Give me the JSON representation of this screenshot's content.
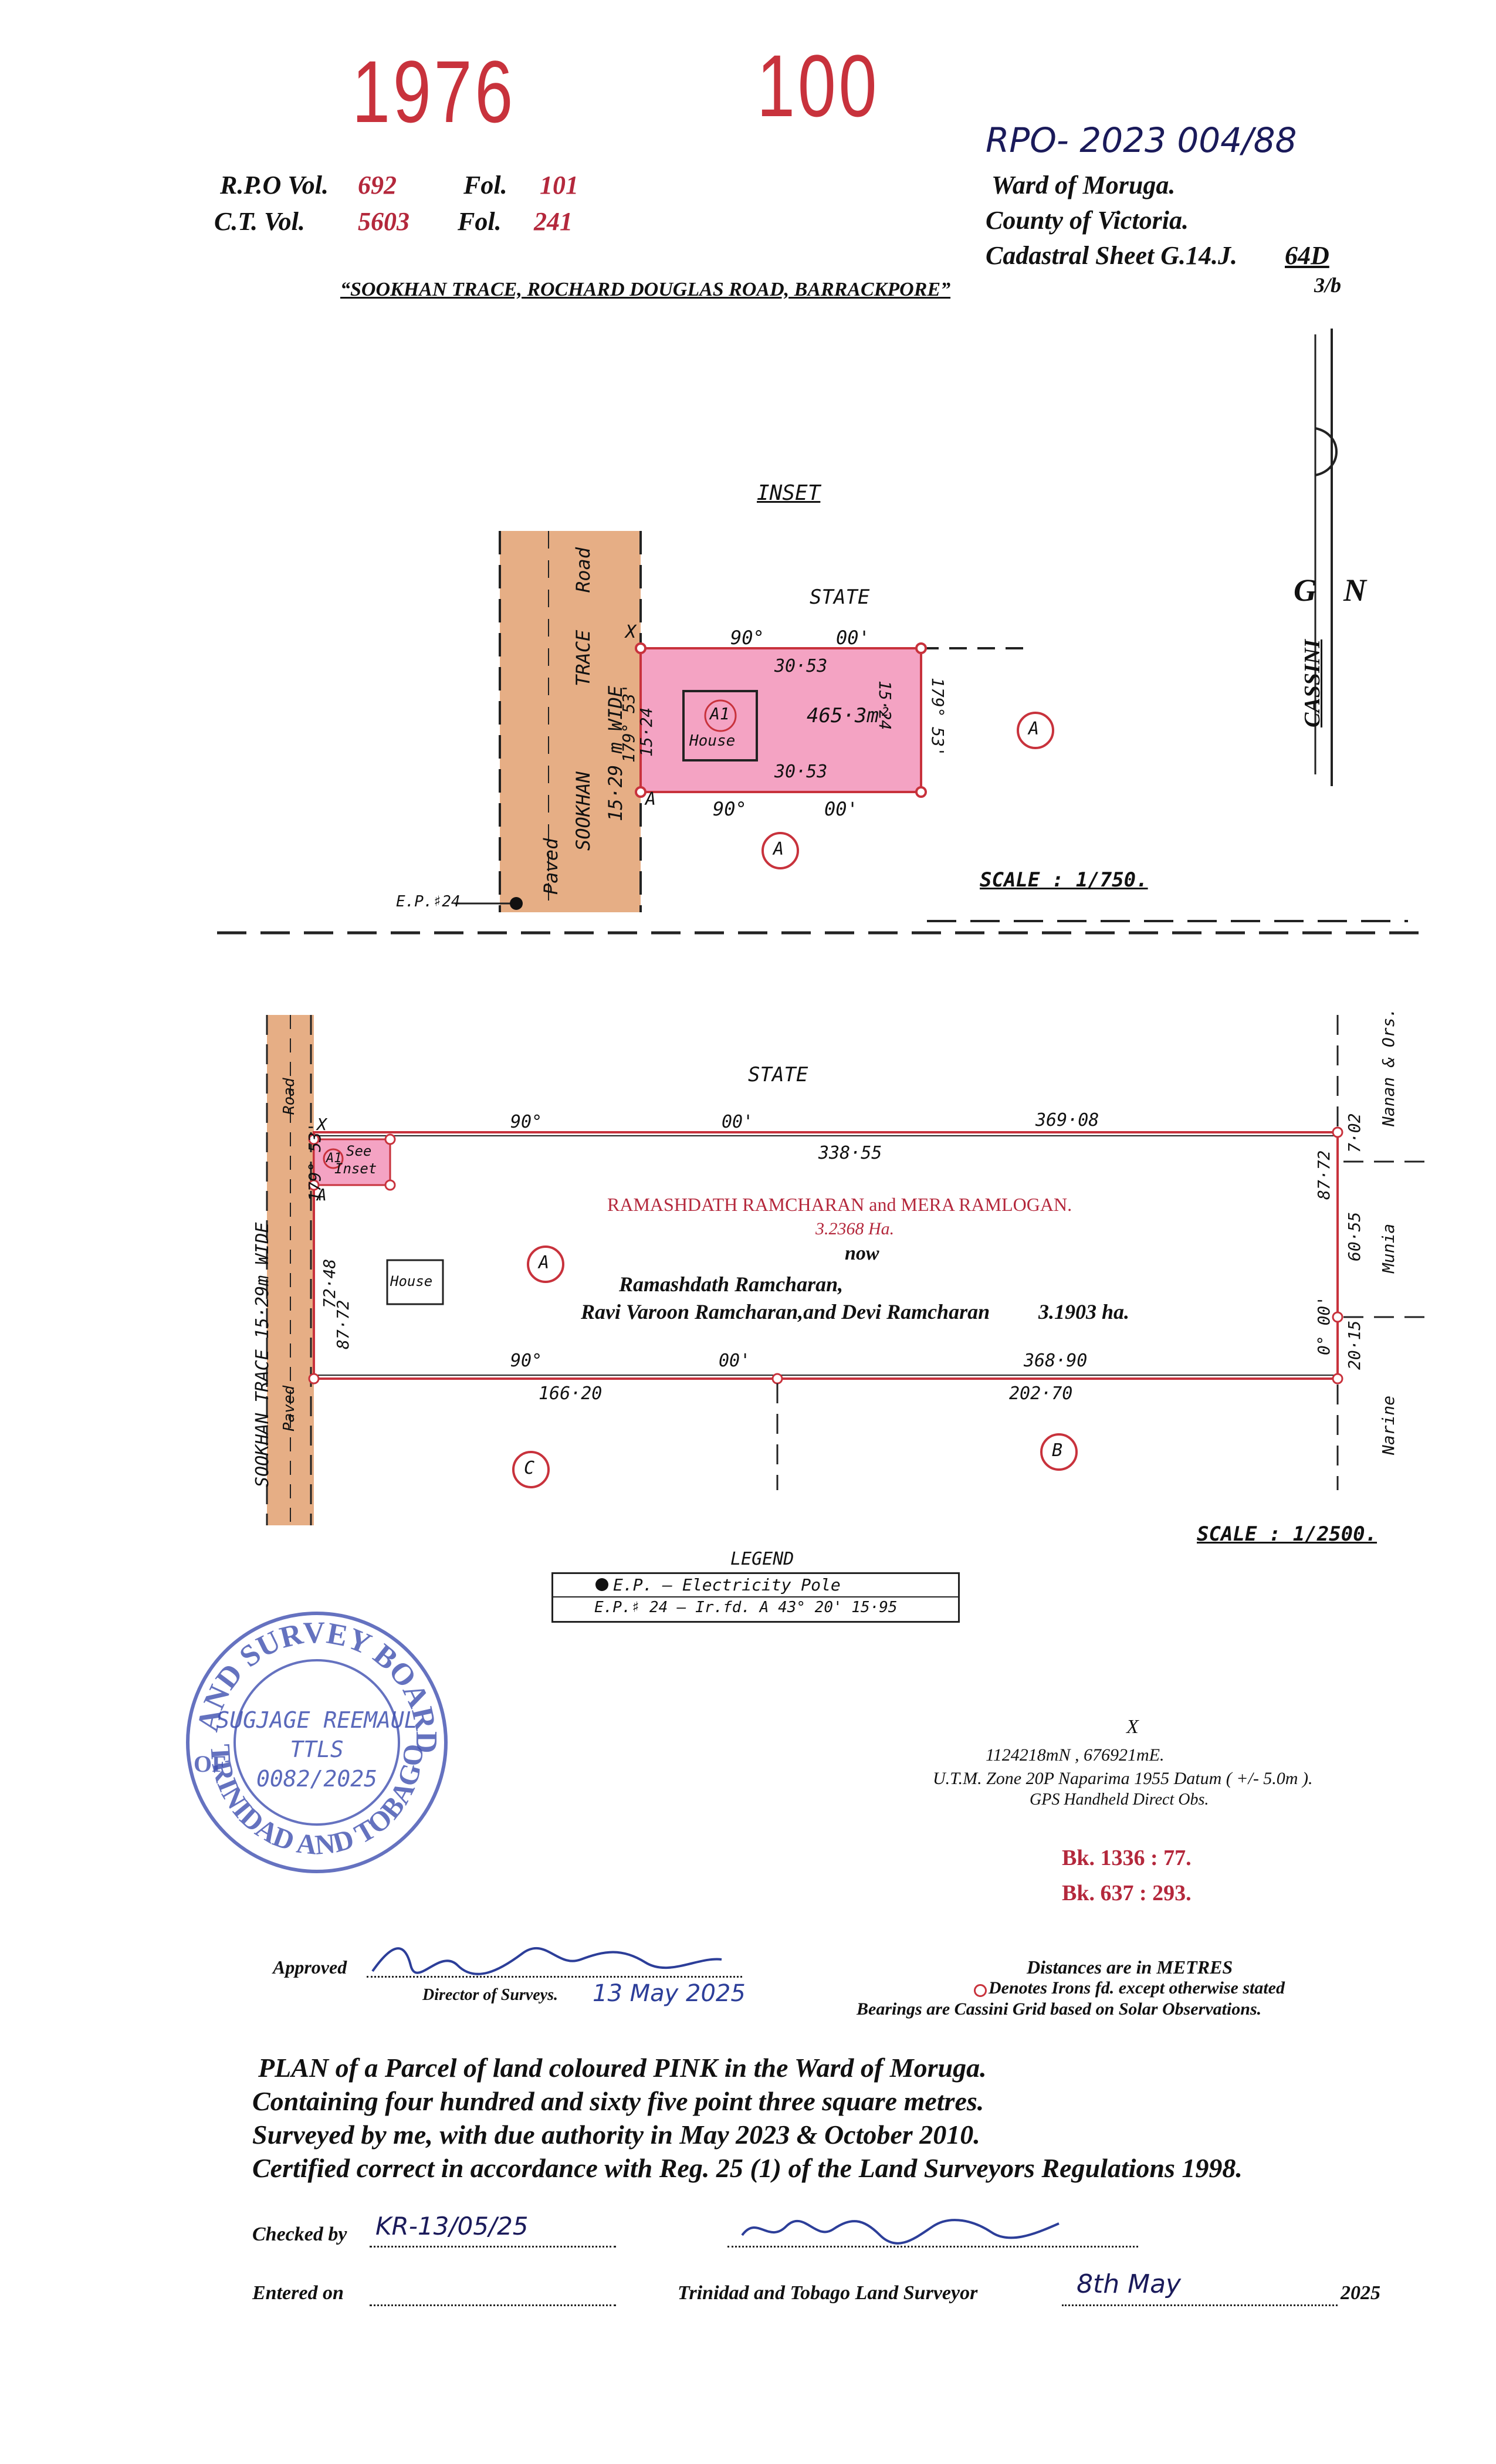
{
  "header": {
    "stamp_left": "1976",
    "stamp_right": "100",
    "rpo_ref": "RPO- 2023 004/88",
    "rpo_vol_label": "R.P.O Vol.",
    "rpo_vol": "692",
    "rpo_fol_label": "Fol.",
    "rpo_fol": "101",
    "ct_vol_label": "C.T. Vol.",
    "ct_vol": "5603",
    "ct_fol_label": "Fol.",
    "ct_fol": "241",
    "ward": "Ward of  Moruga.",
    "county": "County of  Victoria.",
    "cadastral": "Cadastral Sheet  G.14.J.",
    "cadastral_sheet": "64D",
    "cadastral_sub": "3/b",
    "location": "“SOOKHAN TRACE, ROCHARD DOUGLAS ROAD, BARRACKPORE”"
  },
  "north": {
    "g": "G",
    "n": "N",
    "cassini": "CASSINI"
  },
  "inset": {
    "title": "INSET",
    "state": "STATE",
    "top_bearing_deg": "90°",
    "top_bearing_min": "00'",
    "top_dist": "30·53",
    "bottom_dist": "30·53",
    "bottom_bearing_deg": "90°",
    "bottom_bearing_min": "00'",
    "left_dist": "15·24",
    "left_bearing": "179° 53'",
    "right_dist": "15·24",
    "right_bearing": "179° 53'",
    "area": "465·3m²",
    "lot": "A1",
    "house": "House",
    "parcel_a1": "A",
    "parcel_a2": "A",
    "corner_x": "X",
    "corner_a": "A",
    "road_label1": "SOOKHAN",
    "road_label2": "TRACE",
    "road_label3": "Road",
    "road_width": "15·29 m  WIDE",
    "road_paved": "Paved",
    "ep_label": "E.P.♯24",
    "scale": "SCALE : 1/750."
  },
  "main_plan": {
    "state": "STATE",
    "top_bearing_deg": "90°",
    "top_bearing_min": "00'",
    "top_total": "369·08",
    "top_seg": "338·55",
    "bottom_bearing_deg": "90°",
    "bottom_bearing_min": "00'",
    "bottom_total": "368·90",
    "bottom_seg1": "166·20",
    "bottom_seg2": "202·70",
    "left_bearing": "179° 53'",
    "left_total": "87·72",
    "left_seg": "72·48",
    "right_total": "87·72",
    "right_top": "7·02",
    "right_mid": "60·55",
    "right_bot": "20·15",
    "right_bearing": "0°  00'",
    "owners_red": "RAMASHDATH RAMCHARAN  and MERA RAMLOGAN.",
    "area_red": "3.2368 Ha.",
    "now": "now",
    "owner_line1": "Ramashdath Ramcharan,",
    "owner_line2": "Ravi Varoon Ramcharan,and Devi Ramcharan",
    "area_now": "3.1903 ha.",
    "house": "House",
    "see_inset_lot": "A1",
    "see_inset_text1": "See",
    "see_inset_text2": "Inset",
    "corner_x": "X",
    "corner_a": "A",
    "parcel_a": "A",
    "parcel_b": "B",
    "parcel_c": "C",
    "adj_nanan": "Nanan & Ors.",
    "adj_munia": "Munia",
    "adj_narine": "Narine",
    "road_name": "SOOKHAN  TRACE  15·29m  WIDE",
    "road_road": "Road",
    "road_paved": "Paved",
    "scale": "SCALE : 1/2500."
  },
  "legend": {
    "title": "LEGEND",
    "row1": "E.P. — Electricity Pole",
    "row2": "E.P.♯ 24 — Ir.fd. A    43° 20' 15·95"
  },
  "seal": {
    "ring_top": "LAND SURVEY BOARD",
    "ring_left": "OF",
    "ring_bottom": "TRINIDAD AND TOBAGO",
    "name": "SUGJAGE REEMAUL",
    "ttls": "TTLS",
    "reg": "0082/2025"
  },
  "coords": {
    "x_label": "X",
    "line1": "1124218mN , 676921mE.",
    "line2": "U.T.M. Zone 20P  Naparima 1955 Datum ( +/- 5.0m ).",
    "line3": "GPS Handheld Direct Obs."
  },
  "book_refs": {
    "bk1": "Bk.  1336 : 77.",
    "bk2": "Bk.   637 : 293."
  },
  "approval": {
    "approved_label": "Approved",
    "director_label": "Director of Surveys.",
    "approved_date": "13 May 2025"
  },
  "notes": {
    "distances": "Distances are in METRES",
    "irons": "Denotes Irons fd.  except otherwise stated",
    "bearings": "Bearings are Cassini Grid based on Solar Observations."
  },
  "certificate": {
    "line1": "PLAN of   a  Parcel of land coloured PINK in the Ward of  Moruga.",
    "line2": "Containing    four  hundred  and  sixty  five  point  three  square  metres.",
    "line3": "Surveyed by me, with due authority in May 2023 & October 2010.",
    "line4": "Certified correct in accordance with Reg. 25 (1) of the Land Surveyors Regulations 1998."
  },
  "footer": {
    "checked_label": "Checked by",
    "checked_value": "KR-13/05/25",
    "entered_label": "Entered on",
    "surveyor_label": "Trinidad and Tobago Land Surveyor",
    "surveyor_date": "8th  May",
    "year": "2025"
  },
  "colors": {
    "pink": "#f4a3c3",
    "road": "#e2a070",
    "red_boundary": "#c8323c",
    "stamp_red": "#c8323c",
    "seal_blue": "#3e4fb0"
  }
}
